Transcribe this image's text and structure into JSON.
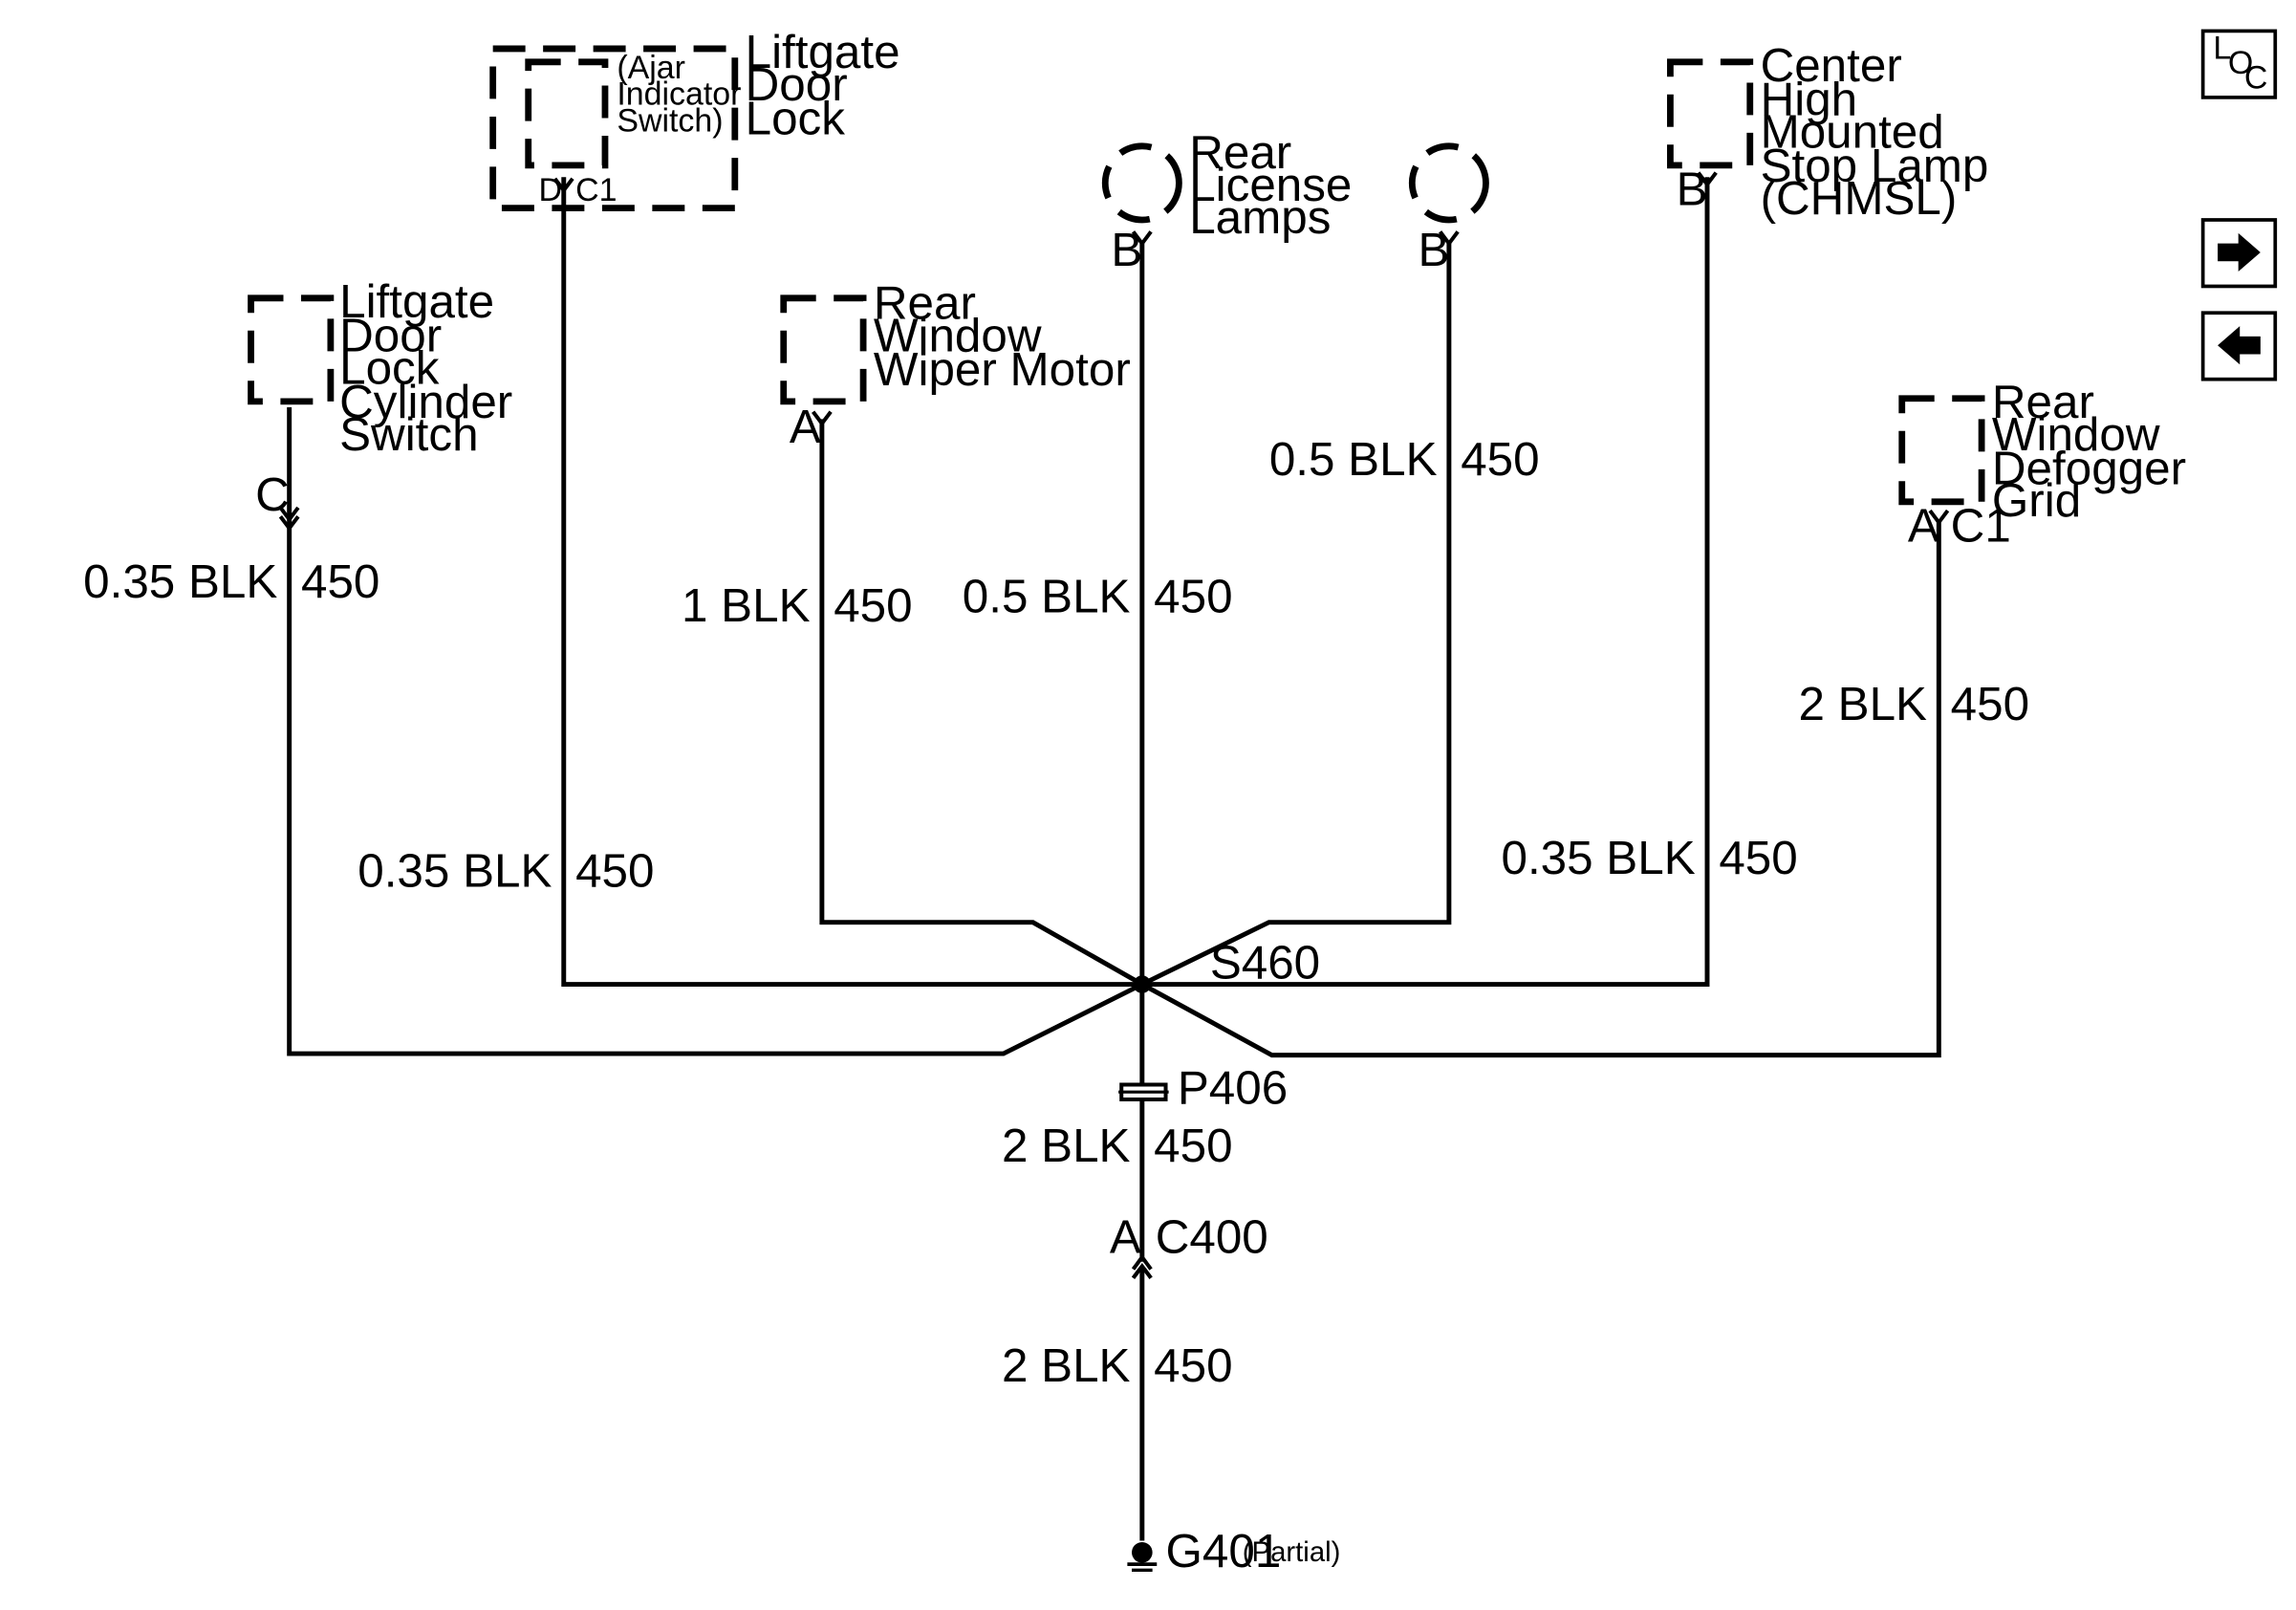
{
  "components": {
    "liftgate_lock": {
      "name_lines": [
        "Liftgate",
        "Door",
        "Lock"
      ],
      "inner_lines": [
        "(Ajar",
        "Indicator",
        "Switch)"
      ],
      "pins": [
        "D",
        "C1"
      ]
    },
    "cylinder_switch": {
      "name_lines": [
        "Liftgate",
        "Door",
        "Lock",
        "Cylinder",
        "Switch"
      ],
      "pin": "C"
    },
    "wiper_motor": {
      "name_lines": [
        "Rear",
        "Window",
        "Wiper Motor"
      ],
      "pin": "A"
    },
    "license_lamps": {
      "name_lines": [
        "Rear",
        "License",
        "Lamps"
      ],
      "pin_left": "B",
      "pin_right": "B"
    },
    "chmsl": {
      "name_lines": [
        "Center",
        "High",
        "Mounted",
        "Stop Lamp",
        "(CHMSL)"
      ],
      "pin": "B"
    },
    "defogger": {
      "name_lines": [
        "Rear",
        "Window",
        "Defogger",
        "Grid"
      ],
      "pins": [
        "A",
        "C1"
      ]
    }
  },
  "wires": {
    "cylinder": {
      "gauge": "0.35 BLK",
      "circuit": "450"
    },
    "lock": {
      "gauge": "0.35 BLK",
      "circuit": "450"
    },
    "wiper": {
      "gauge": "1 BLK",
      "circuit": "450"
    },
    "license_left": {
      "gauge": "0.5 BLK",
      "circuit": "450"
    },
    "license_right": {
      "gauge": "0.5 BLK",
      "circuit": "450"
    },
    "chmsl": {
      "gauge": "0.35 BLK",
      "circuit": "450"
    },
    "defogger": {
      "gauge": "2 BLK",
      "circuit": "450"
    },
    "trunk_upper": {
      "gauge": "2 BLK",
      "circuit": "450"
    },
    "trunk_lower": {
      "gauge": "2 BLK",
      "circuit": "450"
    }
  },
  "splice": {
    "label": "S460"
  },
  "pass_through": {
    "label": "P406"
  },
  "connector": {
    "pin": "A",
    "label": "C400"
  },
  "ground": {
    "label": "G401",
    "note": "(Partial)"
  },
  "nav": {
    "loc_letters": [
      "L",
      "O",
      "C"
    ],
    "forward_icon": "arrow-right-icon",
    "back_icon": "arrow-left-icon"
  }
}
